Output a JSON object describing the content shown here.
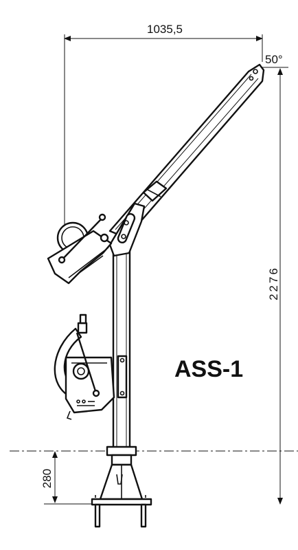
{
  "dimensions": {
    "width_label": "1035,5",
    "angle_label": "50°",
    "height_label": "2276",
    "base_label": "280"
  },
  "model": {
    "name": "ASS-1"
  }
}
